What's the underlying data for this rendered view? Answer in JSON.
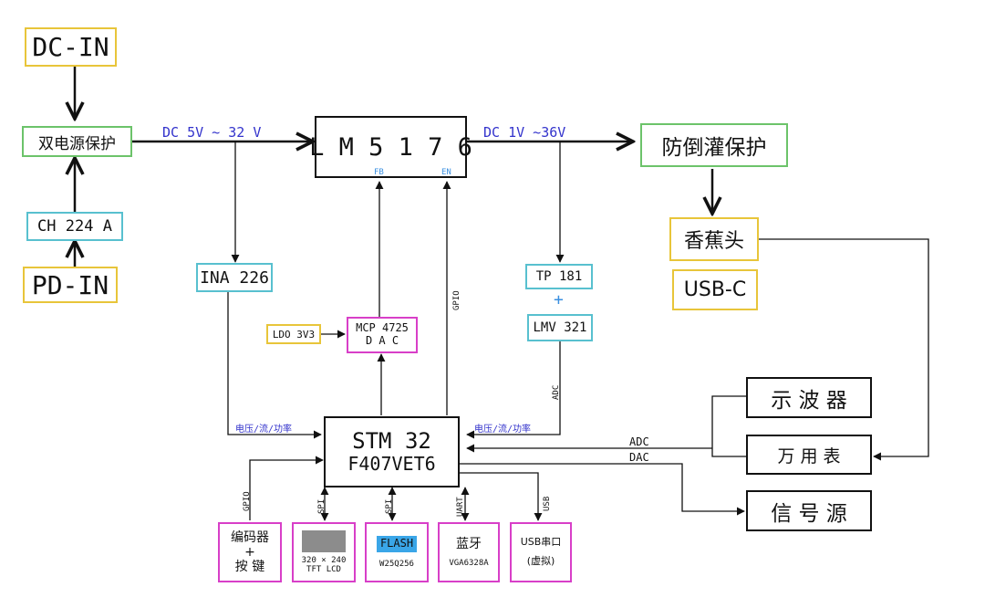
{
  "blocks": {
    "dc_in": "DC-IN",
    "dual_power": "双电源保护",
    "ch224": "CH 224 A",
    "pd_in": "PD-IN",
    "lm5176": "L M 5 1 7 6",
    "lm_fb": "FB",
    "lm_en": "EN",
    "reverse_protect": "防倒灌保护",
    "banana": "香蕉头",
    "usbc": "USB-C",
    "ina226": "INA 226",
    "ldo": "LDO 3V3",
    "mcp_line1": "MCP 4725",
    "mcp_line2": "D A C",
    "tp181": "TP 181",
    "plus": "+",
    "lmv321": "LMV 321",
    "stm_line1": "STM 32",
    "stm_line2": "F407VET6",
    "scope": "示 波 器",
    "meter": "万 用 表",
    "siggen": "信 号 源",
    "encoder_line1": "编码器",
    "encoder_line2": "+",
    "encoder_line3": "按 键",
    "lcd_res": "320 × 240",
    "lcd_name": "TFT LCD",
    "flash_chip": "FLASH",
    "flash_part": "W25Q256",
    "bt_line1": "蓝牙",
    "bt_line2": "VGA6328A",
    "usb_line1": "USB串口",
    "usb_line2": "(虚拟)"
  },
  "labels": {
    "dc_in_range": "DC  5V ~ 32 V",
    "dc_out_range": "DC  1V ~36V",
    "vip_left": "电压/流/功率",
    "vip_right": "电压/流/功率",
    "adc_vertical": "ADC",
    "gpio_vertical": "GPIO",
    "adc_horizontal": "ADC",
    "dac_horizontal": "DAC",
    "gpio_encoder": "GPIO",
    "spi_lcd": "SPI",
    "spi_flash": "SPI",
    "uart": "UART",
    "usb": "USB"
  },
  "colors": {
    "yellow": "#e8c53a",
    "green": "#6cc36a",
    "blue": "#58c0cf",
    "pink": "#d83fc8",
    "label_blue": "#3333cc",
    "flash_fill": "#3aa6e8",
    "lcd_fill": "#8c8c8c"
  }
}
